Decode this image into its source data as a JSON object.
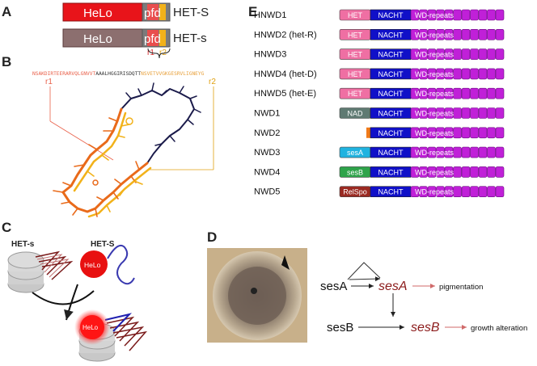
{
  "panels": {
    "a": "A",
    "b": "B",
    "c": "C",
    "d": "D",
    "e": "E"
  },
  "panel_a": {
    "domain_helo": "HeLo",
    "domain_pfd": "pfd",
    "protein_upper": "HET-S",
    "protein_lower": "HET-s",
    "repeat_r1": "r1",
    "repeat_r2": "r2",
    "colors": {
      "helo": "#e8141a",
      "pfd": "#7b7b7b",
      "r1": "#e94e4e",
      "r2": "#f2b21a",
      "helo_inactive": "#8c6f6f"
    }
  },
  "panel_b": {
    "seq_r1": "NSAKDIRTEERARVQLGNVVT",
    "seq_linker": "AAALHGGIRISDQTT",
    "seq_r2": "NSVETVVGKGESRVLIGNEYG",
    "label_r1": "r1",
    "label_r2": "r2",
    "colors": {
      "r1": "#e9604a",
      "linker": "#333333",
      "r2": "#e8a03a"
    }
  },
  "panel_c": {
    "label_het_s_lower": "HET-s",
    "label_het_s_upper": "HET-S",
    "helo_label": "HeLo",
    "helo_label_2": "HeLo"
  },
  "panel_d": {
    "node_sesA": "sesA",
    "node_sesA_product": "sesA",
    "node_sesB": "sesB",
    "node_sesB_product": "sesB",
    "out_pigmentation": "pigmentation",
    "out_growth": "growth alteration"
  },
  "panel_e": {
    "genes": [
      {
        "name": "HNWD1",
        "nterm": "HET",
        "nterm_color": "#ef6fa3"
      },
      {
        "name": "HNWD2 (het-R)",
        "nterm": "HET",
        "nterm_color": "#ef6fa3"
      },
      {
        "name": "HNWD3",
        "nterm": "HET",
        "nterm_color": "#ef6fa3"
      },
      {
        "name": "HNWD4 (het-D)",
        "nterm": "HET",
        "nterm_color": "#ef6fa3"
      },
      {
        "name": "HNWD5 (het-E)",
        "nterm": "HET",
        "nterm_color": "#ef6fa3"
      },
      {
        "name": "NWD1",
        "nterm": "NAD",
        "nterm_color": "#5f7a72"
      },
      {
        "name": "NWD2",
        "nterm": "",
        "nterm_color": "#f07a1a"
      },
      {
        "name": "NWD3",
        "nterm": "sesA",
        "nterm_color": "#20b3e0"
      },
      {
        "name": "NWD4",
        "nterm": "sesB",
        "nterm_color": "#2ea34a"
      },
      {
        "name": "NWD5",
        "nterm": "RelSpo",
        "nterm_color": "#9a2a22"
      }
    ],
    "nacht_label": "NACHT",
    "wd_label": "WD-repeats",
    "colors": {
      "nacht": "#1010c8",
      "wd": "#c020d8"
    }
  }
}
